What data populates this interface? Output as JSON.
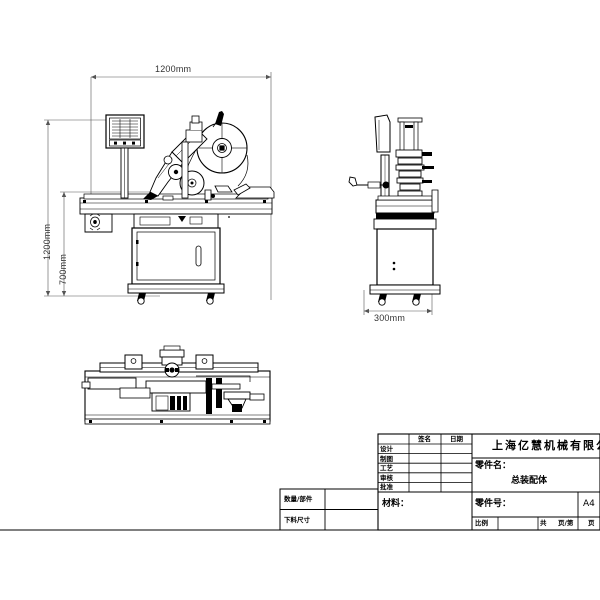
{
  "document": {
    "type": "engineering-drawing",
    "sheet_size": "A4",
    "views": [
      {
        "name": "front-elevation",
        "label": ""
      },
      {
        "name": "side-elevation",
        "label": ""
      },
      {
        "name": "plan-view",
        "label": ""
      }
    ]
  },
  "dimensions": {
    "width_top": "1200mm",
    "height_overall": "1200mm",
    "height_conveyor": "700mm",
    "depth_side": "300mm"
  },
  "title_block": {
    "company": "上海亿慧机械有限公司",
    "part_name_label": "零件名：",
    "part_name_value": "总装配体",
    "part_number_label": "零件号：",
    "part_number_value": "",
    "sheet_format": "A4",
    "material_label": "材料：",
    "material_value": "",
    "signature_header": "签名",
    "date_header": "日期",
    "roles": [
      {
        "label": "设计",
        "signature": "",
        "date": ""
      },
      {
        "label": "制图",
        "signature": "",
        "date": ""
      },
      {
        "label": "工艺",
        "signature": "",
        "date": ""
      },
      {
        "label": "审核",
        "signature": "",
        "date": ""
      },
      {
        "label": "批准",
        "signature": "",
        "date": ""
      }
    ],
    "quantity_label": "数量/部件",
    "quantity_value": "",
    "blank_size_label": "下料尺寸",
    "blank_size_value": "",
    "scale_label": "比例",
    "scale_value": "",
    "total_label": "共",
    "page_of_label": "页/第",
    "page_label": "页"
  },
  "colors": {
    "line": "#000000",
    "dim_line": "#555555",
    "dim_text": "#333333",
    "background": "#ffffff"
  }
}
